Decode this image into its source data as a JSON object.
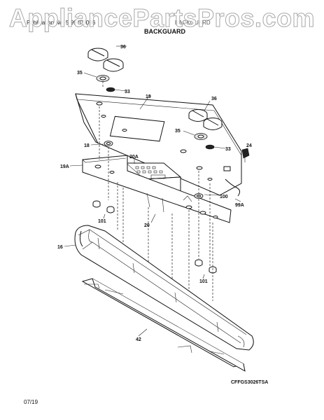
{
  "header": {
    "publication_line": "Publication No: 5 99709096",
    "section_line": "BACKGUARD",
    "section_title": "BACKGUARD"
  },
  "watermark": "AppliancePartsPros.com",
  "diagram": {
    "labels": {
      "l36a": "36",
      "l35a": "35",
      "l33a": "33",
      "l19": "19",
      "l36b": "36",
      "l35b": "35",
      "l33b": "33",
      "l24": "24",
      "l18": "18",
      "l20a": "20A",
      "l19a": "19A",
      "l100": "100",
      "l99a": "99A",
      "l101a": "101",
      "l20": "20",
      "l16": "16",
      "l101b": "101",
      "l42": "42"
    },
    "model_code": "CFFGS3026TSA"
  },
  "footer": {
    "date": "07/19"
  }
}
